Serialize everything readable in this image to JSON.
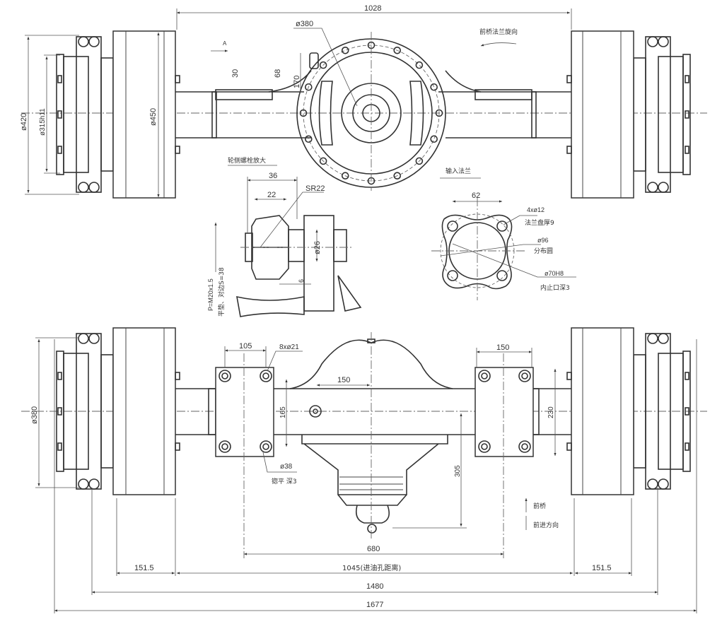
{
  "drawing": {
    "top_view": {
      "dim_overall_flange": "1028",
      "dim_housing_dia": "ø380",
      "view_marker": "A",
      "dim_30": "30",
      "dim_68": "68",
      "dim_170": "170",
      "note_flange_rotation": "前桥法兰旋向",
      "dim_dia_420": "ø420",
      "dim_dia_315": "ø315h11",
      "dim_dia_450": "ø450"
    },
    "bolt_detail": {
      "title": "轮侧螺栓放大",
      "dim_36": "36",
      "dim_22": "22",
      "dim_sr22": "SR22",
      "dim_dia26": "ø26",
      "dim_6": "6",
      "thread_note": "P=M20x1.5",
      "nut_note": "平垫、对边S=38"
    },
    "input_flange": {
      "title": "输入法兰",
      "dim_62": "62",
      "holes": "4xø12",
      "thickness": "法兰盘厚9",
      "pcd": "ø96",
      "pcd_label": "分布圆",
      "pilot": "ø70H8",
      "pilot_depth": "内止口深3"
    },
    "bottom_view": {
      "dim_105": "105",
      "holes": "8xø21",
      "dim_150_center": "150",
      "dim_150_pad": "150",
      "dim_165": "165",
      "dim_230": "230",
      "dim_305": "305",
      "dim_dia_38": "ø38",
      "spotface": "锪平 深3",
      "dim_dia_380": "ø380",
      "legend_front_axle": "前桥",
      "legend_direction": "前进方向"
    },
    "overall_dims": {
      "d680": "680",
      "d151_left": "151.5",
      "d1045": "1045(进油孔距离)",
      "d151_right": "151.5",
      "d1480": "1480",
      "d1677": "1677"
    }
  }
}
